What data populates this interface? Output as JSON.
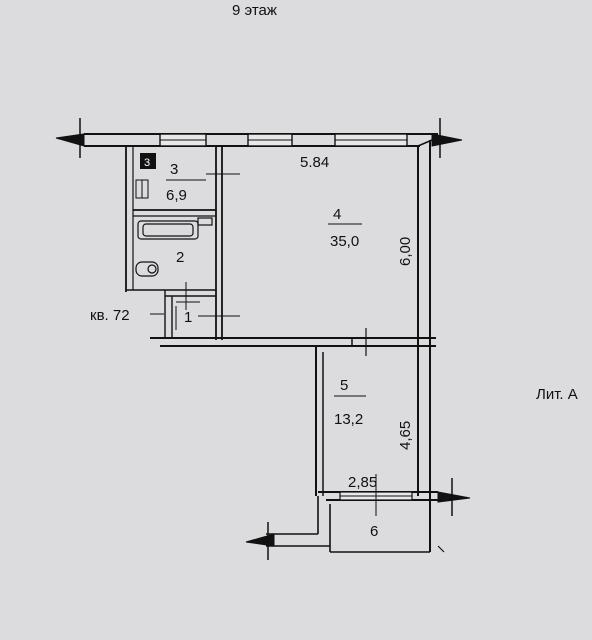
{
  "floor_label": "9 этаж",
  "apartment_label": "кв. 72",
  "lit_label": "Лит. А",
  "rooms": [
    {
      "number": "3",
      "area": "6,9"
    },
    {
      "number": "2",
      "area": ""
    },
    {
      "number": "1",
      "area": ""
    },
    {
      "number": "4",
      "area": "35,0"
    },
    {
      "number": "5",
      "area": "13,2"
    },
    {
      "number": "6",
      "area": ""
    }
  ],
  "dimensions": {
    "top_width": "5.84",
    "right_height_upper": "6,00",
    "right_height_lower": "4,65",
    "balcony_width": "2,85"
  },
  "icons": {
    "stove": "stove-icon",
    "bathtub": "bathtub-icon",
    "toilet": "toilet-icon",
    "sink": "sink-icon"
  }
}
